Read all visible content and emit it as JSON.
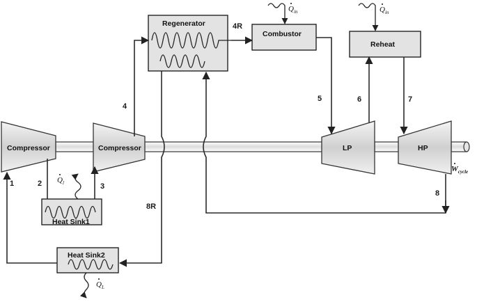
{
  "components": {
    "compressor1": "Compressor",
    "compressor2": "Compressor",
    "regenerator": "Regenerator",
    "combustor": "Combustor",
    "reheat": "Reheat",
    "turbine_lp": "LP",
    "turbine_hp": "HP",
    "heat_sink1": "Heat Sink1",
    "heat_sink2": "Heat Sink2"
  },
  "states": {
    "s1": "1",
    "s2": "2",
    "s3": "3",
    "s4": "4",
    "s4r": "4R",
    "s5": "5",
    "s6": "6",
    "s7": "7",
    "s8": "8",
    "s8r": "8R"
  },
  "heat_flows": {
    "q_in_combustor": {
      "symbol": "Q",
      "sub": "in"
    },
    "q_in_reheat": {
      "symbol": "Q",
      "sub": "in"
    },
    "q_l_sink1": {
      "symbol": "Q",
      "sub": "l"
    },
    "q_l_sink2": {
      "symbol": "Q",
      "sub": "L"
    }
  },
  "work": {
    "symbol": "W",
    "sub": "cycle"
  }
}
